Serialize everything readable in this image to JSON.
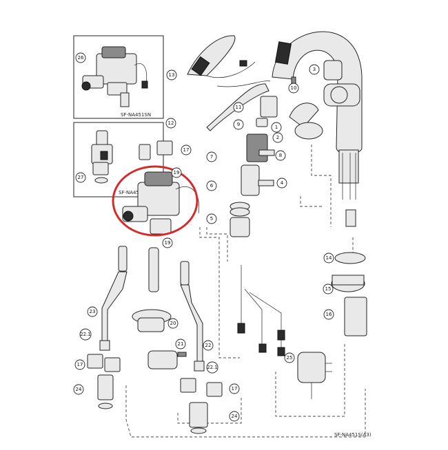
{
  "diagram": {
    "callouts": [
      "1",
      "2",
      "3",
      "4",
      "5",
      "6",
      "7",
      "8",
      "9",
      "10",
      "11",
      "12",
      "13",
      "14",
      "15",
      "16",
      "17",
      "17",
      "17",
      "19",
      "19",
      "20",
      "21",
      "22",
      "22.1",
      "22.1",
      "23",
      "24",
      "24",
      "25",
      "26",
      "27"
    ],
    "inset_captions": [
      "SF-NA451SN",
      "SF-NA451SN"
    ],
    "drawing_code": "SF-NA451S(A3)",
    "highlight_color": "#d42a2a"
  }
}
